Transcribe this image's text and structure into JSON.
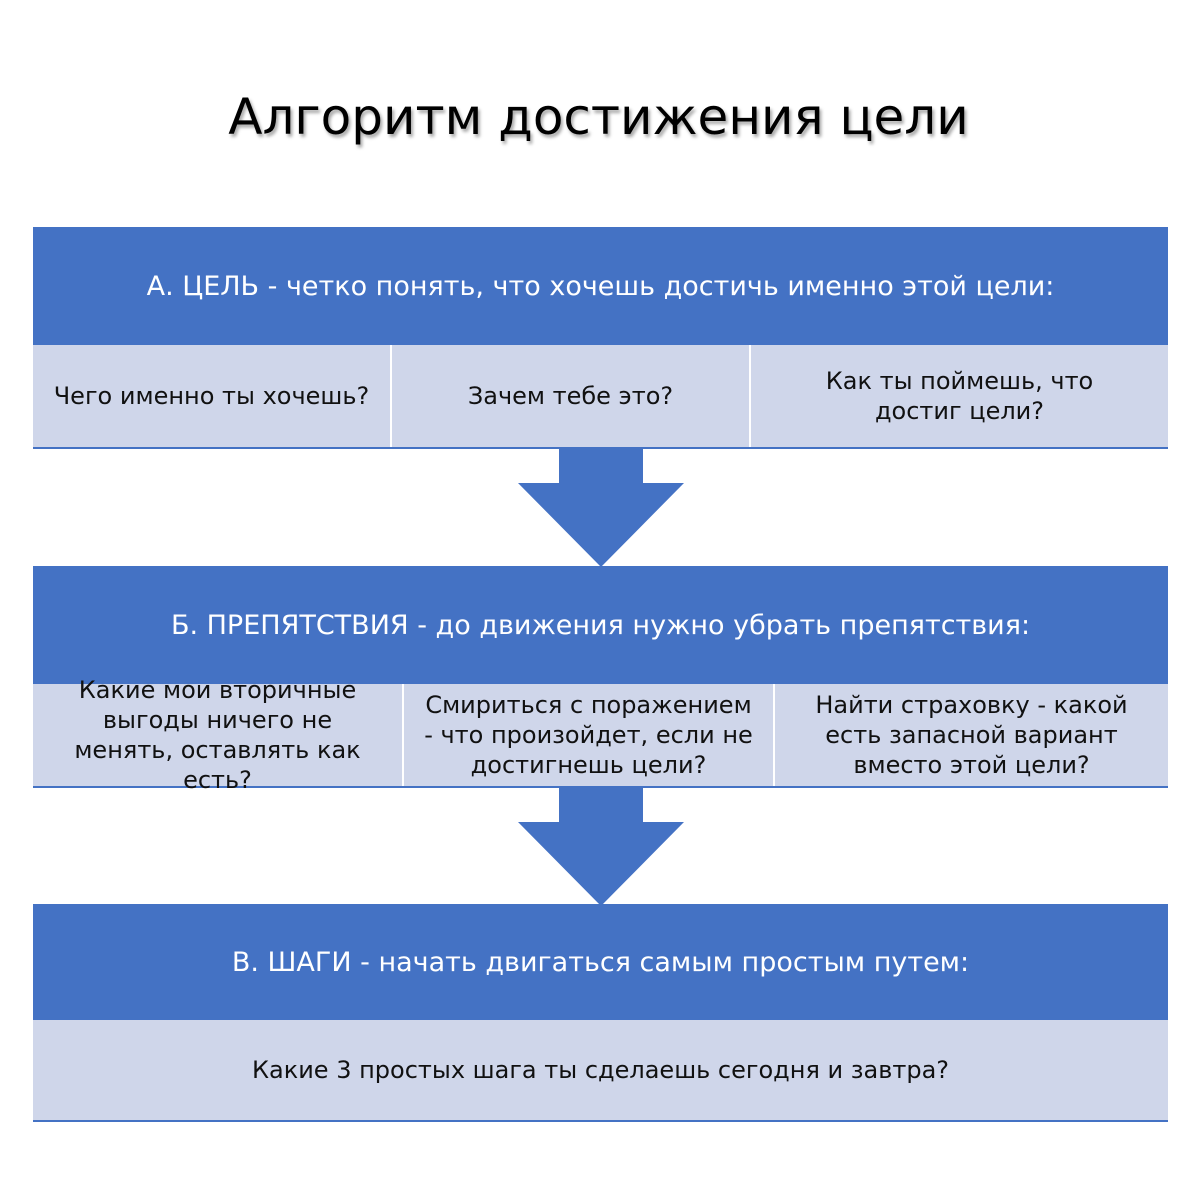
{
  "title": "Алгоритм достижения цели",
  "colors": {
    "header_bg": "#4472c4",
    "cell_bg": "#cfd6ea",
    "arrow": "#4472c4"
  },
  "sections": [
    {
      "header": "А. ЦЕЛЬ - четко понять, что хочешь достичь именно этой цели:",
      "cells": [
        "Чего именно ты хочешь?",
        "Зачем тебе это?",
        "Как ты поймешь, что достиг цели?"
      ]
    },
    {
      "header": "Б. ПРЕПЯТСТВИЯ - до движения нужно убрать препятствия:",
      "cells": [
        "Какие мои вторичные выгоды ничего не менять, оставлять как есть?",
        "Смириться с поражением - что произойдет, если не достигнешь цели?",
        "Найти страховку - какой есть запасной вариант вместо этой цели?"
      ]
    },
    {
      "header": "В. ШАГИ - начать двигаться самым простым путем:",
      "cells": [
        "Какие 3 простых шага ты сделаешь сегодня и завтра?"
      ]
    }
  ]
}
